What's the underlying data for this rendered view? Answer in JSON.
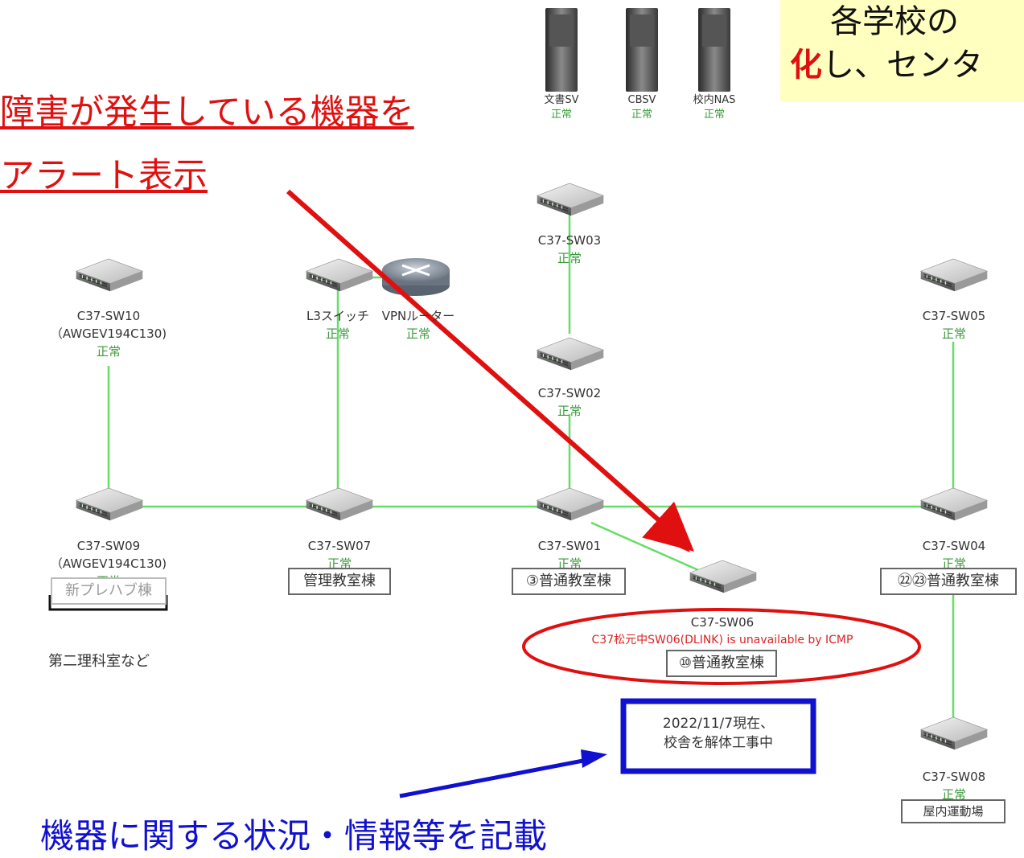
{
  "top_note": {
    "line1": "各学校の",
    "line2_accent": "化",
    "line2_rest": "し、センタ"
  },
  "servers": [
    {
      "name": "文書SV",
      "status": "正常"
    },
    {
      "name": "CBSV",
      "status": "正常"
    },
    {
      "name": "校内NAS",
      "status": "正常"
    }
  ],
  "annotations": {
    "alert_line1": "障害が発生している機器を",
    "alert_line2": "アラート表示",
    "info_text": "機器に関する状況・情報等を記載"
  },
  "devices": {
    "sw10": {
      "name": "C37-SW10",
      "sub": "（AWGEV194C130)",
      "status": "正常"
    },
    "l3": {
      "name": "L3スイッチ",
      "status": "正常"
    },
    "vpn": {
      "name": "VPNルーター",
      "status": "正常"
    },
    "sw03": {
      "name": "C37-SW03",
      "status": "正常"
    },
    "sw02": {
      "name": "C37-SW02",
      "status": "正常"
    },
    "sw05": {
      "name": "C37-SW05",
      "status": "正常"
    },
    "sw09": {
      "name": "C37-SW09",
      "sub": "（AWGEV194C130)",
      "status": "正常"
    },
    "sw07": {
      "name": "C37-SW07",
      "status": "正常"
    },
    "sw01": {
      "name": "C37-SW01",
      "status": "正常"
    },
    "sw04": {
      "name": "C37-SW04",
      "status": "正常"
    },
    "sw06": {
      "name": "C37-SW06",
      "status": "C37松元中SW06(DLINK) is unavailable by ICMP"
    },
    "sw08": {
      "name": "C37-SW08",
      "status": "正常"
    }
  },
  "buildings": {
    "sw09": "新プレハブ棟",
    "sw07": "管理教室棟",
    "sw01": "③普通教室棟",
    "sw04": "㉒㉓普通教室棟",
    "sw06": "⑩普通教室棟",
    "sw08": "屋内運動場"
  },
  "extra_label": "第二理科室など",
  "info_box": {
    "line1": "2022/11/7現在、",
    "line2": "校舎を解体工事中"
  },
  "colors": {
    "link": "#66dd66",
    "ok": "#3a9a3a",
    "alert": "#e01010",
    "info": "#1010d0"
  }
}
